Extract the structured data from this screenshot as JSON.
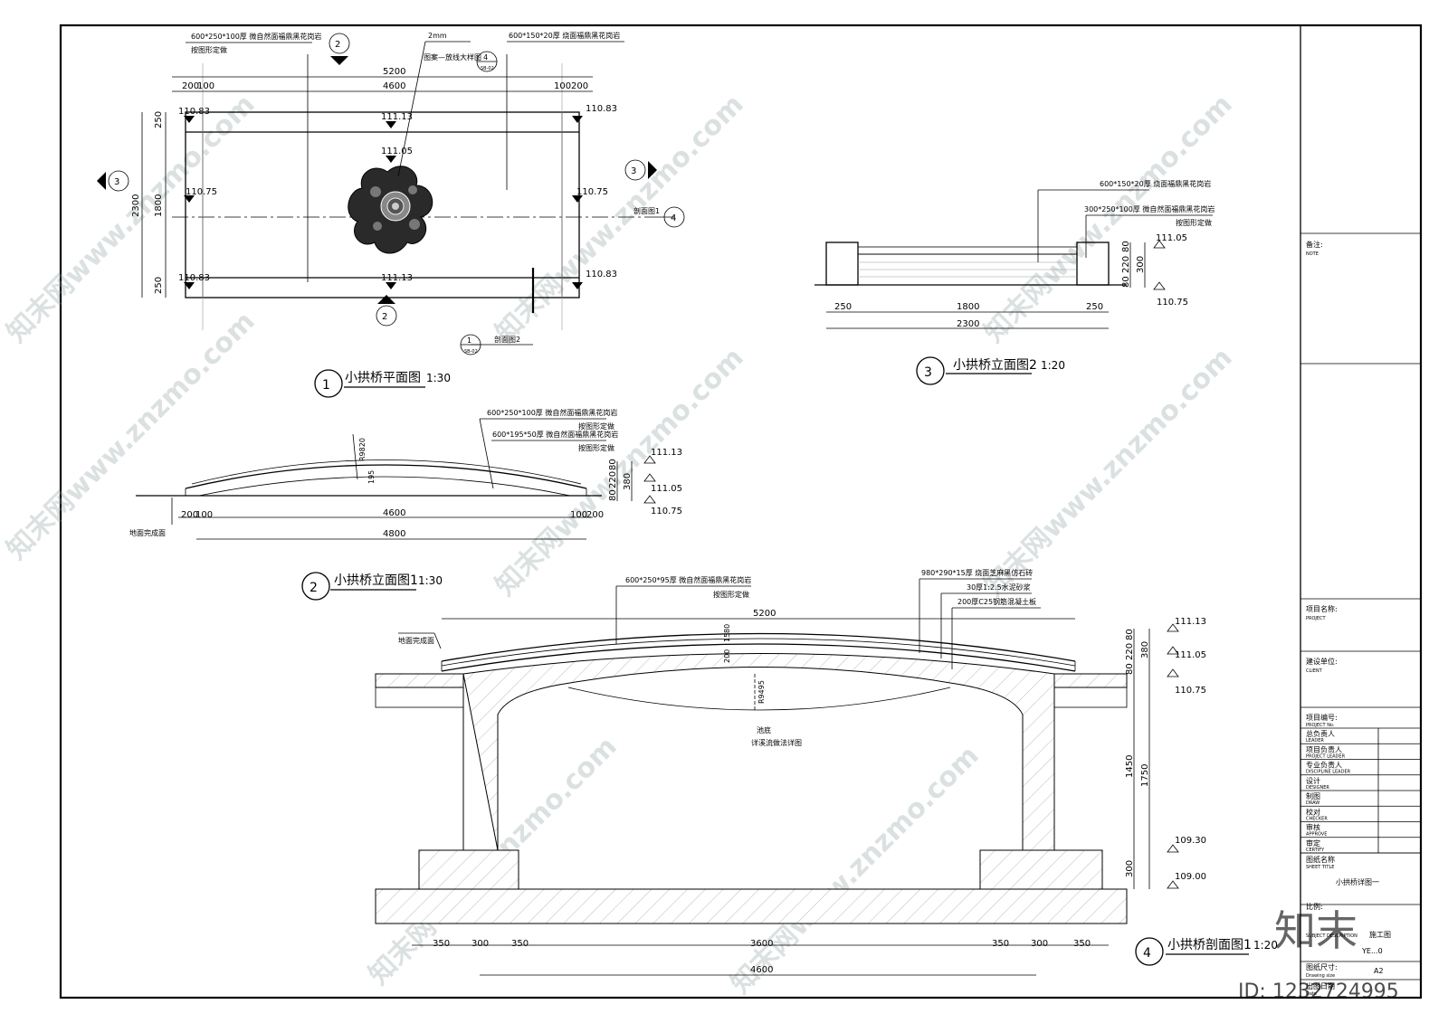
{
  "titles": {
    "plan": {
      "num": "1",
      "name": "小拱桥平面图",
      "scale": "1:30"
    },
    "elev1": {
      "num": "2",
      "name": "小拱桥立面图1",
      "scale": "1:30"
    },
    "elev2": {
      "num": "3",
      "name": "小拱桥立面图2",
      "scale": "1:20"
    },
    "section": {
      "num": "4",
      "name": "小拱桥剖面图1",
      "scale": "1:20"
    }
  },
  "plan": {
    "note1a": "600*250*100厚 微自然面福鼎黑花岗岩",
    "note1b": "按图形定做",
    "note2a": "2mm",
    "note2b": "图案—放线大样图",
    "note3": "600*150*20厚 烧面福鼎黑花岗岩",
    "callout_top_num": "2",
    "callout_bottom_num": "2",
    "callout_left_num": "3",
    "callout_right_num": "3",
    "callout_detail_num": "4",
    "callout_detail_sub": "SB-02",
    "callout_side_num": "1",
    "callout_side_sub": "SB-02",
    "side_label1": "剖面图1",
    "side_label2": "剖面图2",
    "dims": {
      "total": "5200",
      "inner": "4600",
      "l1": "200",
      "l2": "100",
      "r1": "100",
      "r2": "200",
      "h_total": "2300",
      "h_inner": "1800",
      "h_top": "250",
      "h_bot": "250"
    },
    "levels": {
      "c1": "110.83",
      "c2": "111.13",
      "c3": "110.83",
      "m1": "111.05",
      "e1": "110.75",
      "e2": "110.75",
      "b1": "110.83",
      "b2": "111.13",
      "b3": "110.83"
    }
  },
  "elev2": {
    "note1": "600*150*20厚 烧面福鼎黑花岗岩",
    "note2": "300*250*100厚 微自然面福鼎黑花岗岩",
    "note3": "按图形定做",
    "levels": {
      "top": "111.05",
      "bot": "110.75"
    },
    "dims": {
      "a": "250",
      "b": "1800",
      "c": "250",
      "total": "2300",
      "v1": "80",
      "v2": "220",
      "v3": "80",
      "vt": "300"
    }
  },
  "elev1": {
    "note1a": "600*250*100厚 微自然面福鼎黑花岗岩",
    "note1b": "按图形定做",
    "note2a": "600*195*50厚 微自然面福鼎黑花岗岩",
    "note2b": "按图形定做",
    "radius": "R9820",
    "h195": "195",
    "h80": "80",
    "ground": "地面完成面",
    "levels": {
      "l1": "111.13",
      "l2": "111.05",
      "l3": "110.75"
    },
    "dims": {
      "a": "200",
      "b": "100",
      "inner": "4600",
      "c": "100",
      "d": "200",
      "total": "4800",
      "v1": "80",
      "v2": "220",
      "v3": "80",
      "vt": "380"
    }
  },
  "section": {
    "note1a": "600*250*95厚 微自然面福鼎黑花岗岩",
    "note1b": "按图形定做",
    "note2": "980*290*15厚 烧面芝麻黑仿石砖",
    "note3": "30厚1:2.5水泥砂浆",
    "note4": "200厚C25钢筋混凝土板",
    "ground": "地面完成面",
    "radius": "R9495",
    "pool_a": "池底",
    "pool_b": "详溪流做法详图",
    "h200": "200",
    "h15": "15",
    "h80": "80",
    "levels": {
      "l1": "111.13",
      "l2": "111.05",
      "l3": "110.75",
      "l4": "109.30",
      "l5": "109.00"
    },
    "dims": {
      "top": "5200",
      "a": "350",
      "b": "300",
      "c": "350",
      "mid": "3600",
      "d": "350",
      "e": "300",
      "f": "350",
      "total": "4600",
      "v1": "80",
      "v2": "220",
      "v3": "80",
      "vt": "380",
      "v4": "1450",
      "v5": "1750",
      "v6": "300"
    }
  },
  "titleblock": {
    "note_cn": "备注:",
    "note_en": "NOTE",
    "project_cn": "项目名称:",
    "project_en": "PROJECT",
    "client_cn": "建设单位:",
    "client_en": "CLIENT",
    "projno_cn": "项目编号:",
    "projno_en": "PROJECT No.",
    "rows": [
      {
        "cn": "总负责人",
        "en": "LEADER"
      },
      {
        "cn": "项目负责人",
        "en": "PROJECT LEADER"
      },
      {
        "cn": "专业负责人",
        "en": "DISCIPLINE LEADER"
      },
      {
        "cn": "设计",
        "en": "DESIGNER"
      },
      {
        "cn": "制图",
        "en": "DRAW"
      },
      {
        "cn": "校对",
        "en": "CHECKER"
      },
      {
        "cn": "审核",
        "en": "APPROVE"
      },
      {
        "cn": "审定",
        "en": "CERTIFY"
      }
    ],
    "sheet_cn": "图纸名称",
    "sheet_en": "SHEET TITLE",
    "sheet_title": "小拱桥详图一",
    "scale_cn": "比例:",
    "desc_en": "SUBJECT DESCRIPTION",
    "stage": "施工图",
    "version": "YE...0",
    "size_cn": "图纸尺寸:",
    "size_en": "Drawing size",
    "size": "A2",
    "date_cn": "出图日期",
    "date_en": "Date"
  },
  "watermark": {
    "site": "知末网www.znzmo.com",
    "logo": "知末",
    "id": "ID: 1232724995"
  }
}
